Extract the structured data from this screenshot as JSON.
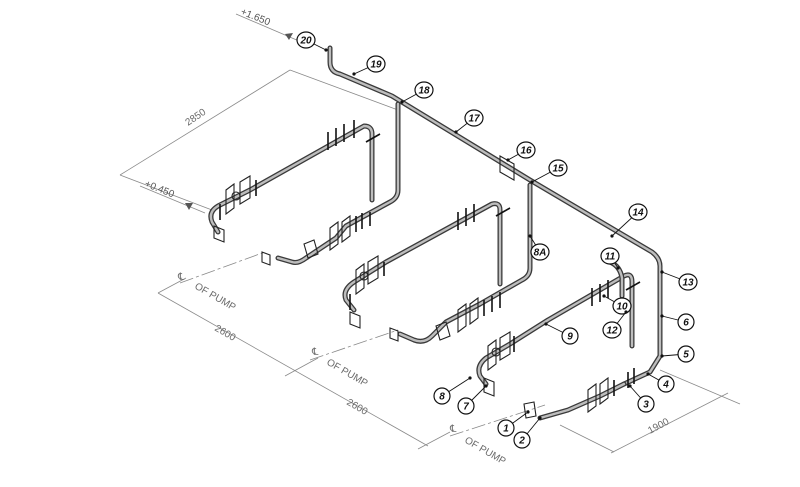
{
  "elevations": {
    "top": "+1.650",
    "left": "+0.450"
  },
  "dimensions": {
    "d2850": "2850",
    "d2600a": "2600",
    "d2600b": "2600",
    "d1900": "1900"
  },
  "pump_label": "OF PUMP",
  "centerline_symbol": "℄",
  "callouts": [
    "1",
    "2",
    "3",
    "4",
    "5",
    "6",
    "7",
    "8",
    "9",
    "10",
    "11",
    "12",
    "13",
    "14",
    "15",
    "16",
    "17",
    "18",
    "19",
    "20",
    "8A"
  ],
  "colors": {
    "pipe": "#3a3a3a",
    "pipe_fill": "#bdbdbd",
    "dimension": "#8a8a8a"
  }
}
